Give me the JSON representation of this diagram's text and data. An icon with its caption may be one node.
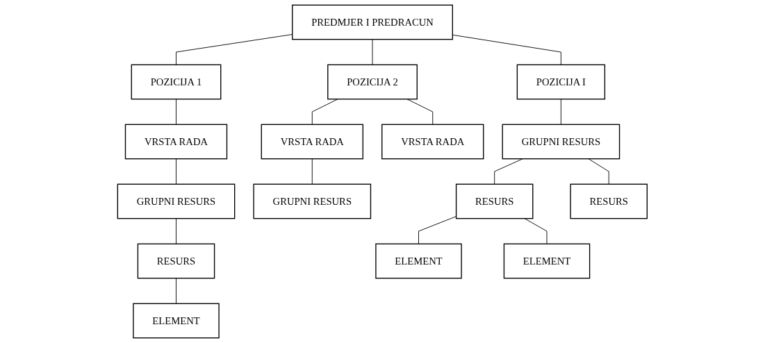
{
  "diagram": {
    "nodes": [
      {
        "text": [
          "PREDMJER I PREDRACUN"
        ]
      },
      {
        "text": [
          "POZICIJA 1"
        ]
      },
      {
        "text": [
          "POZICIJA 2"
        ]
      },
      {
        "text": [
          "POZICIJA I"
        ]
      },
      {
        "text": [
          "VRSTA RADA"
        ]
      },
      {
        "text": [
          "VRSTA RADA"
        ]
      },
      {
        "text": [
          "VRSTA RADA"
        ]
      },
      {
        "text": [
          "GRUPNI RESURS"
        ]
      },
      {
        "text": [
          "GRUPNI RESURS"
        ]
      },
      {
        "text": [
          "GRUPNI RESURS"
        ]
      },
      {
        "text": [
          "RESURS"
        ]
      },
      {
        "text": [
          "RESURS"
        ]
      },
      {
        "text": [
          "RESURS"
        ]
      },
      {
        "text": [
          "ELEMENT"
        ]
      },
      {
        "text": [
          "ELEMENT"
        ]
      },
      {
        "text": [
          "ELEMENT"
        ]
      }
    ],
    "edges": [
      {
        "from": 0,
        "to": 1,
        "arrow": "none"
      },
      {
        "from": 0,
        "to": 2,
        "arrow": "none"
      },
      {
        "from": 0,
        "to": 3,
        "arrow": "none"
      },
      {
        "from": 1,
        "to": 4,
        "arrow": "none"
      },
      {
        "from": 2,
        "to": 5,
        "arrow": "none"
      },
      {
        "from": 2,
        "to": 6,
        "arrow": "none"
      },
      {
        "from": 3,
        "to": 9,
        "arrow": "none"
      },
      {
        "from": 4,
        "to": 7,
        "arrow": "none"
      },
      {
        "from": 5,
        "to": 8,
        "arrow": "none"
      },
      {
        "from": 7,
        "to": 10,
        "arrow": "none"
      },
      {
        "from": 9,
        "to": 11,
        "arrow": "none"
      },
      {
        "from": 9,
        "to": 12,
        "arrow": "none"
      },
      {
        "from": 10,
        "to": 13,
        "arrow": "none"
      },
      {
        "from": 11,
        "to": 14,
        "arrow": "none"
      },
      {
        "from": 11,
        "to": 15,
        "arrow": "none"
      }
    ]
  }
}
